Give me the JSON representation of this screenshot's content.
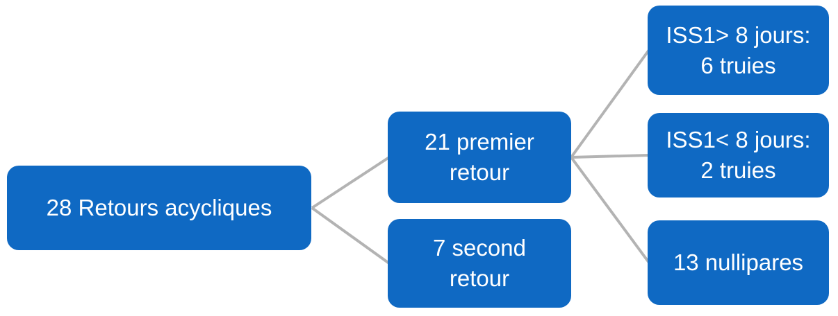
{
  "diagram": {
    "colors": {
      "background": "#ffffff",
      "node_fill": "#0F69C3",
      "node_text": "#ffffff",
      "connector": "#b3b3b3"
    },
    "nodes": [
      {
        "id": "root",
        "label": "28 Retours acycliques"
      },
      {
        "id": "premier-retour",
        "label": "21 premier\nretour"
      },
      {
        "id": "second-retour",
        "label": "7 second\nretour"
      },
      {
        "id": "iss1-sup-8",
        "label": "ISS1> 8 jours:\n6 truies"
      },
      {
        "id": "iss1-inf-8",
        "label": "ISS1< 8 jours:\n2 truies"
      },
      {
        "id": "nullipares",
        "label": "13 nullipares"
      }
    ],
    "connectors": [
      {
        "from": "root",
        "to": "premier-retour"
      },
      {
        "from": "root",
        "to": "second-retour"
      },
      {
        "from": "premier-retour",
        "to": "iss1-sup-8"
      },
      {
        "from": "premier-retour",
        "to": "iss1-inf-8"
      },
      {
        "from": "premier-retour",
        "to": "nullipares"
      }
    ]
  }
}
